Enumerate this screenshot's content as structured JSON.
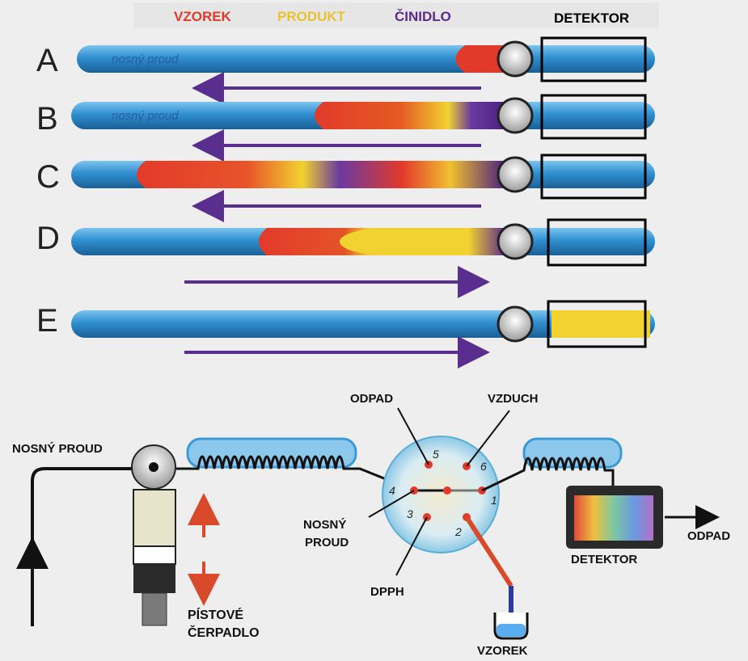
{
  "legend": {
    "sample": "VZOREK",
    "product": "PRODUKT",
    "reagent": "ČINIDLO",
    "detector": "DETEKTOR"
  },
  "colors": {
    "sample": "#e23a2a",
    "product": "#f1d230",
    "reagent": "#5b2a8c",
    "tube": "#3a9ad6",
    "arrow": "#5a2e8e"
  },
  "rows": [
    {
      "label": "A",
      "tube_note": "nosný proud",
      "flow": "left"
    },
    {
      "label": "B",
      "tube_note": "nosný proud",
      "flow": "left"
    },
    {
      "label": "C",
      "tube_note": "",
      "flow": "left"
    },
    {
      "label": "D",
      "tube_note": "",
      "flow": "right"
    },
    {
      "label": "E",
      "tube_note": "",
      "flow": "right"
    }
  ],
  "schematic": {
    "carrier_left": "NOSNÝ PROUD",
    "pump_line1": "PÍSTOVÉ",
    "pump_line2": "ČERPADLO",
    "waste_top": "ODPAD",
    "air": "VZDUCH",
    "carrier_valve_line1": "NOSNÝ",
    "carrier_valve_line2": "PROUD",
    "dpph": "DPPH",
    "sample": "VZOREK",
    "detector": "DETEKTOR",
    "waste_right": "ODPAD",
    "ports": [
      "1",
      "2",
      "3",
      "4",
      "5",
      "6"
    ]
  }
}
